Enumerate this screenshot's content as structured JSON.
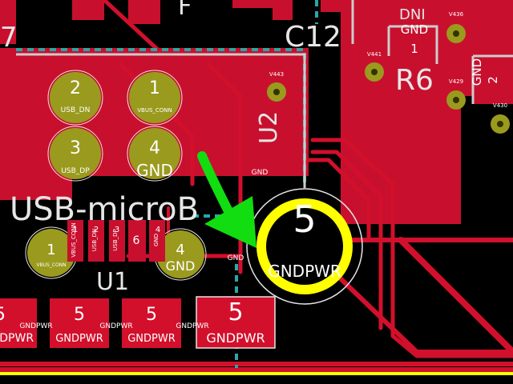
{
  "colors": {
    "background": "#000000",
    "copper_pour": "#c8102e",
    "track": "#d2102c",
    "pad_ring": "#9a9a1e",
    "pad_hole": "#333300",
    "silkscreen": "#e6e6e6",
    "highlight": "#ffff00",
    "arrow": "#11dd11",
    "edge": "#cccccc",
    "cyan_track": "#2aa7a7"
  },
  "labels": {
    "usb_micro": "USB-microB",
    "c12": "C12",
    "r6": "R6",
    "u1": "U1",
    "u2": "U2",
    "dni": "DNI",
    "seven": "7",
    "f_partial": "F",
    "gnd_net": "GND"
  },
  "pads": {
    "p2": {
      "num": "2",
      "net": "USB_DN"
    },
    "p1_top": {
      "num": "1",
      "net": "VBUS_CONN"
    },
    "p3": {
      "num": "3",
      "net": "USB_DP"
    },
    "p4_top": {
      "num": "4",
      "net": "GND"
    },
    "p1_bot": {
      "num": "1",
      "net": "VBUS_CONN"
    },
    "p4_bot": {
      "num": "4",
      "net": "GND"
    },
    "p5_big": {
      "num": "5",
      "net": "GNDPWR"
    }
  },
  "smd_pads": [
    {
      "num": "5",
      "net": "GNDPWR"
    },
    {
      "num": "5",
      "net": "GNDPWR"
    },
    {
      "num": "5",
      "net": "GNDPWR"
    },
    {
      "num": "5",
      "net": "GNDPWR"
    }
  ],
  "strip_labels": [
    {
      "num": "1",
      "net": "VBUS_CONN"
    },
    {
      "num": "2",
      "net": "USB_DN"
    },
    {
      "num": "3",
      "net": "USB_DP"
    },
    {
      "num": "6",
      "net": ""
    },
    {
      "num": "4",
      "net": "GND"
    }
  ],
  "vias": [
    {
      "label": "V443"
    },
    {
      "label": "V441"
    },
    {
      "label": "V436"
    },
    {
      "label": "V429"
    },
    {
      "label": "V430"
    }
  ],
  "r6_pads": {
    "gnd_top": {
      "num": "1",
      "net": "GND"
    },
    "gnd_side": {
      "num": "2",
      "net": "GND"
    }
  },
  "gndpwr_labels": [
    "GNDPWR",
    "GNDPWR",
    "GNDPWR",
    "GNDPWR"
  ],
  "gnd_labels": [
    "GND",
    "GND"
  ]
}
